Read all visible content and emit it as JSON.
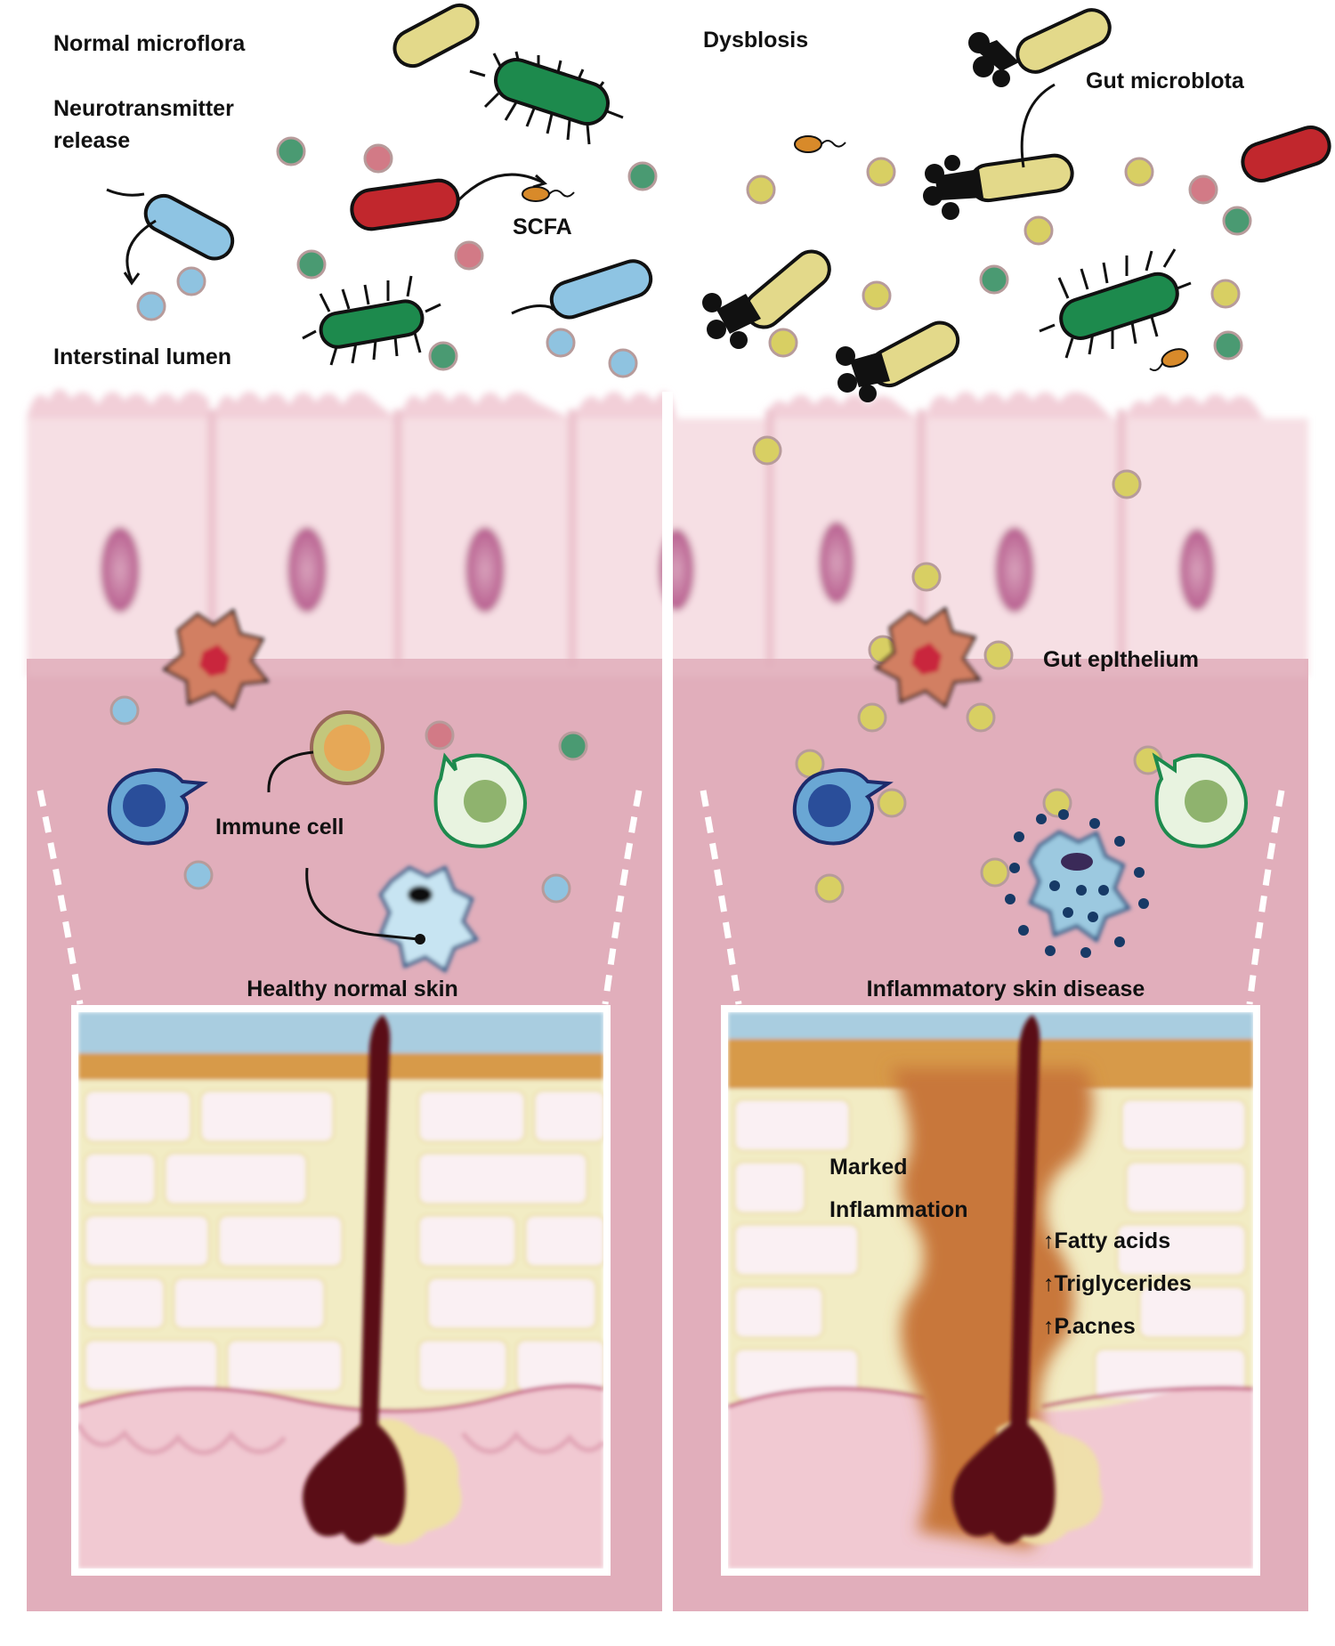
{
  "labels": {
    "normal_microflora": "Normal microflora",
    "neurotransmitter_release": "Neurotransmitter\nrelease",
    "scfa": "SCFA",
    "intestinal_lumen": "Interstinal lumen",
    "dysbiosis": "Dysblosis",
    "gut_microbiota": "Gut microblota",
    "gut_epithelium": "Gut epIthelium",
    "immune_cell": "Immune cell",
    "healthy_skin": "Healthy normal skin",
    "inflammatory_skin": "Inflammatory skin disease",
    "marked": "Marked",
    "inflammation": "Inflammation",
    "fatty_acids": "Fatty acids",
    "triglycerides": "Triglycerides",
    "p_acnes": "P.acnes"
  },
  "icons": {
    "up_arrow": "up-arrow-icon",
    "rod_bacterium": "rod-bacterium-icon",
    "flagellated_bacterium": "flagellated-bacterium-icon",
    "metabolite_particle": "metabolite-particle-icon",
    "dendritic_cell": "dendritic-cell-icon",
    "macrophage": "macrophage-icon",
    "hair_follicle": "hair-follicle-icon"
  },
  "colors": {
    "mucosa_pink": "#e1aebb",
    "epithelium_pink": "#f6dfe4",
    "skin_blue": "#a9cde0",
    "skin_orange": "#d79a4a",
    "dermis_yellow": "#f2ecc4",
    "hair": "#5a0f14",
    "inflammation_orange": "#c8773a",
    "particle_teal": "#4a9a72",
    "particle_pink": "#d27a86",
    "particle_blue": "#8fc3e0",
    "particle_yellow": "#d8cf63",
    "bacterium_green": "#1d8a4d",
    "bacterium_red": "#c1272d",
    "bacterium_blue": "#8ec4e3",
    "bacterium_yellow": "#e3d98a"
  }
}
